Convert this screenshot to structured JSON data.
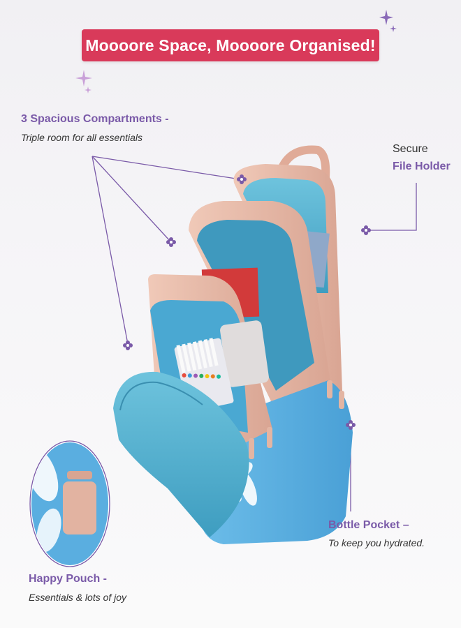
{
  "banner": {
    "text": "Moooore Space, Moooore Organised!"
  },
  "callouts": {
    "compartments": {
      "title": "3 Spacious Compartments -",
      "subtitle": "Triple room for all essentials"
    },
    "file_holder": {
      "line1": "Secure",
      "line2": "File Holder"
    },
    "bottle_pocket": {
      "title": "Bottle Pocket –",
      "subtitle": "To keep you hydrated."
    },
    "happy_pouch": {
      "title": "Happy Pouch -",
      "subtitle": "Essentials & lots of joy"
    }
  },
  "colors": {
    "banner": "#d93a5a",
    "accent_purple": "#7a5aa8",
    "bag_peach": "#e6b8a6",
    "bag_blue": "#5fb2e2",
    "interior_teal": "#4aa8c8"
  },
  "icons": [
    "sparkle-icon",
    "flower-marker-icon"
  ]
}
